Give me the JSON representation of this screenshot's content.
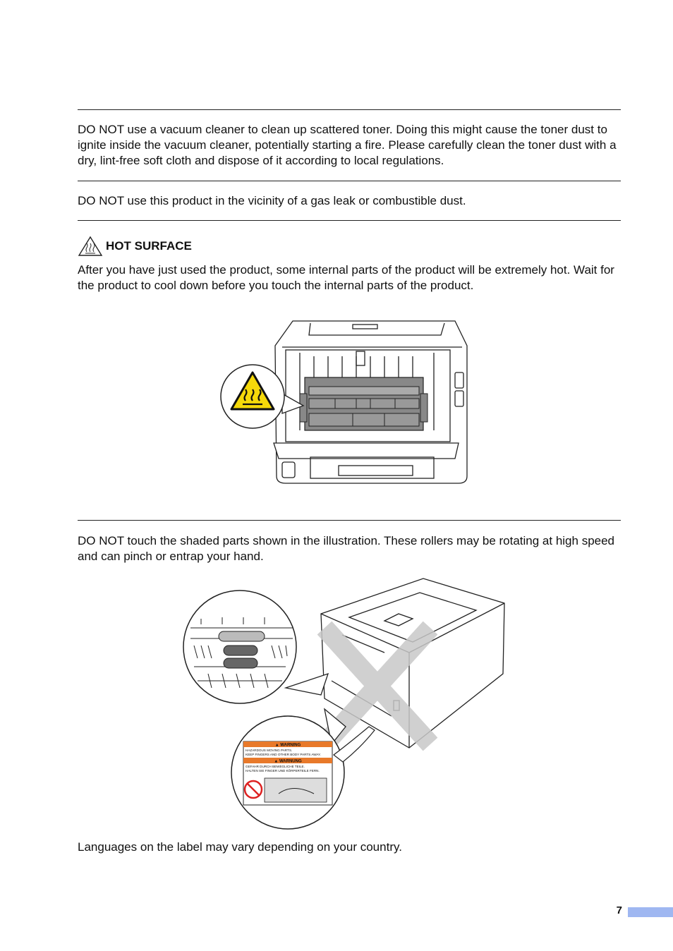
{
  "warnings": {
    "vacuum_text": "DO NOT use a vacuum cleaner to clean up scattered toner. Doing this might cause the toner dust to ignite inside the vacuum cleaner, potentially starting a fire. Please carefully clean the toner dust with a dry, lint-free soft cloth and dispose of it according to local regulations.",
    "gas_text": "DO NOT use this product in the vicinity of a gas leak or combustible dust.",
    "hot_surface_title": "HOT SURFACE",
    "hot_surface_text": "After you have just used the product, some internal parts of the product will be extremely hot. Wait for the product to cool down before you touch the internal parts of the product.",
    "rollers_text": "DO NOT touch the shaded parts shown in the illustration. These rollers may be rotating at high speed and can pinch or entrap your hand.",
    "label_note": "Languages on the label may vary depending on your country."
  },
  "label": {
    "warning_en": "▲ WARNING",
    "line_en_1": "HAZARDOUS MOVING PARTS.",
    "line_en_2": "KEEP FINGERS AND OTHER BODY PARTS AWAY.",
    "warning_de": "▲ WARNUNG",
    "line_de_1": "GEFAHR DURCH BEWEGLICHE TEILE.",
    "line_de_2": "HALTEN SIE FINGER UND KÖRPERTEILE FERN."
  },
  "footer": {
    "page_number": "7"
  },
  "colors": {
    "page_tab": "#9fb7f1",
    "hot_sign": "#f5d90a",
    "label_orange": "#e8792a"
  }
}
